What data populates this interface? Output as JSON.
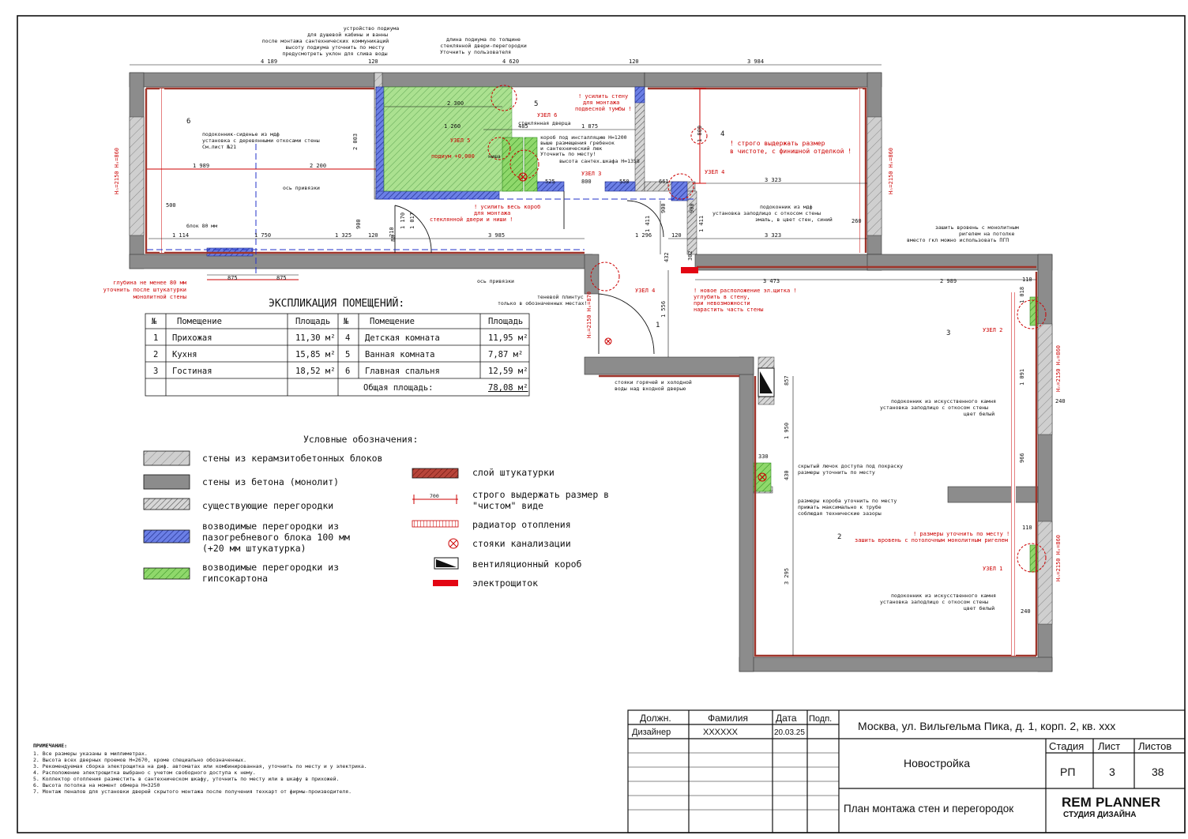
{
  "top_notes": {
    "podium_1": "устройство подиума",
    "podium_2": "для душевой кабины и ванны",
    "podium_3": "после монтажа сантехнических коммуникаций",
    "podium_4": "высоту подиума уточнить по месту",
    "podium_5": "предусмотреть уклон для слива воды",
    "length_1": "длина подиума по толщине",
    "length_2": "стеклянной двери-перегородки",
    "length_3": "Уточнить у пользователя"
  },
  "dims": {
    "d4189": "4 189",
    "d120a": "120",
    "d4620": "4 620",
    "d120b": "120",
    "d3984": "3 984",
    "d1989": "1 989",
    "d2200": "2 200",
    "d2003": "2 003",
    "d1114": "1 114",
    "d1750": "1 750",
    "d1325": "1 325",
    "d120c": "120",
    "d3985": "3 985",
    "d1296": "1 296",
    "d120d": "120",
    "d3323a": "3 323",
    "d3323b": "3 323",
    "d3473": "3 473",
    "d2989": "2 989",
    "d875a": "875",
    "d875b": "875",
    "d525": "525",
    "d800": "800",
    "d550": "550",
    "d661": "661",
    "d1260": "1 260",
    "d1875": "1 875",
    "d485": "485",
    "d2300": "2 300",
    "d500": "500",
    "d260": "260",
    "d900a": "900",
    "d900b": "900",
    "d900c": "900",
    "d1017": "1 017",
    "d1411a": "1 411",
    "d1411b": "1 411",
    "d1556": "1 556",
    "d1800": "1 800",
    "d857": "857",
    "d1950": "1 950",
    "d3295": "3 295",
    "d330": "330",
    "d430": "430",
    "d1091": "1 091",
    "d966": "966",
    "d240a": "240",
    "d240b": "240",
    "d110a": "110",
    "d110b": "110",
    "d1018": "1 018",
    "d1170": "1 170",
    "d302": "302",
    "d432": "432",
    "d210": "210",
    "d88": "88"
  },
  "rooms": {
    "r1": "1",
    "r2": "2",
    "r3": "3",
    "r4": "4",
    "r5": "5",
    "r6": "6"
  },
  "heights": {
    "h1": "Hₙ=2150 Hᵥ=860",
    "h2": "Hₙ=2150 Hᵥ=860",
    "h3": "Hₙ=2150 Hᵥ=860",
    "h4": "Hₙ=2150 Hᵥ=860",
    "h5": "Hₙ=2150 Hᵥ=860",
    "h6": "Hₙ=2150 Hᵥ=870"
  },
  "plan_notes": {
    "sill6_1": "подоконник-сиденье из мдф",
    "sill6_2": "установка с деревянными откосами стены",
    "sill6_3": "См.лист №21",
    "axis1": "ось привязки",
    "axis2": "ось привязки",
    "block80": "блок 80 мм",
    "depth_1": "глубина не менее 80 мм",
    "depth_2": "уточнить после штукатурки",
    "depth_3": "монолитной стены",
    "glass_door": "стеклянная дверца",
    "box_1": "короб под инсталляцию Н=1200",
    "box_2": "выше размещения гребенок",
    "box_3": "и сантехнический люк",
    "box_4": "Уточнить по месту!",
    "cab_h": "высота сантех.шкафа Н=1358",
    "podium_h": "подиум +0,000",
    "niche": "ниша",
    "reinforce_1": "! усилить весь короб",
    "reinforce_2": "для монтажа",
    "reinforce_3": "стеклянной двери и ниши !",
    "wall_1": "! усилить стену",
    "wall_2": "для монтажа",
    "wall_3": "подвесной тумбы !",
    "strict_1": "! строго выдержать размер",
    "strict_2": "в чистоте, с финишной отделкой !",
    "sill4_1": "подоконник из мдф",
    "sill4_2": "установка заподлицо с откосом стены",
    "sill4_3": "эмаль, в цвет стен, синий",
    "node3": "УЗЕЛ 3",
    "node4a": "УЗЕЛ 4",
    "node4b": "УЗЕЛ 4",
    "node5": "УЗЕЛ 5",
    "node6": "УЗЕЛ 6",
    "node2": "УЗЕЛ 2",
    "node1": "УЗЕЛ 1",
    "plinth_1": "теневой плинтус",
    "plinth_2": "только в обозначенных местах!",
    "panel_1": "! новое расположение эл.щитка !",
    "panel_2": "углубить в стену,",
    "panel_3": "при невозможности",
    "panel_4": "нарастить часть стены",
    "beam_1": "зашить вровень с монолитным",
    "beam_2": "ригелем на потолке",
    "beam_3": "вместо гкл можно использовать ПГП",
    "risers_1": "стояки горячей и холодной",
    "risers_2": "воды над входной дверью",
    "stone1_1": "подоконник из искусственного камня",
    "stone1_2": "установка заподлицо с откосом стены",
    "stone1_3": "цвет белый",
    "stone2_1": "подоконник из искусственного камня",
    "stone2_2": "установка заподлицо с откосом стены",
    "stone2_3": "цвет белый",
    "hatch_1": "скрытый лючок доступа под покраску",
    "hatch_2": "размеры уточнить по месту",
    "boxsz_1": "размеры короба уточнить по месту",
    "boxsz_2": "прижать максимально к трубе",
    "boxsz_3": "соблюдая технические зазоры",
    "ceil_1": "! размеры уточнить по месту !",
    "ceil_2": "зашить вровень с потолочным монолитным ригелем"
  },
  "explication": {
    "title": "ЭКСПЛИКАЦИЯ ПОМЕЩЕНИЙ:",
    "h_no": "№",
    "h_room": "Помещение",
    "h_area": "Площадь",
    "rows_left": [
      {
        "no": "1",
        "room": "Прихожая",
        "area": "11,30 м²"
      },
      {
        "no": "2",
        "room": "Кухня",
        "area": "15,85 м²"
      },
      {
        "no": "3",
        "room": "Гостиная",
        "area": "18,52 м²"
      }
    ],
    "rows_right": [
      {
        "no": "4",
        "room": "Детская комната",
        "area": "11,95 м²"
      },
      {
        "no": "5",
        "room": "Ванная комната",
        "area": "7,87 м²"
      },
      {
        "no": "6",
        "room": "Главная спальня",
        "area": "12,59 м²"
      }
    ],
    "total_label": "Общая площадь:",
    "total_value": "78,08 м²"
  },
  "legend": {
    "title": "Условные обозначения:",
    "items_left": [
      {
        "label": "стены из керамзитобетонных блоков"
      },
      {
        "label": "стены из бетона (монолит)"
      },
      {
        "label": "существующие перегородки"
      },
      {
        "label_1": "возводимые перегородки из",
        "label_2": "пазогребневого блока 100 мм",
        "label_3": "(+20 мм штукатурка)"
      },
      {
        "label_1": "возводимые перегородки из",
        "label_2": "гипсокартона"
      }
    ],
    "items_right": [
      {
        "label": "слой штукатурки"
      },
      {
        "dim": "700",
        "label_1": "строго выдержать размер в",
        "label_2": "\"чистом\" виде"
      },
      {
        "label": "радиатор отопления"
      },
      {
        "label": "стояки канализации"
      },
      {
        "label": "вентиляционный короб"
      },
      {
        "label": "электрощиток"
      }
    ]
  },
  "notes": {
    "title": "ПРИМЕЧАНИЕ:",
    "lines": [
      "1. Все размеры указаны в миллиметрах.",
      "2. Высота всех дверных проемов Н=2670, кроме специально обозначенных.",
      "3. Рекомендуемая сборка электрощитка на диф. автоматах или комбинированная, уточнить по месту и у электрика.",
      "4. Расположение электрощитка выбрано с учетом свободного доступа к нему.",
      "5. Коллектор отопления разместить в сантехническом шкафу, уточнить по месту или в шкафу в прихожей.",
      "6. Высота потолка на момент обмера Н=3250",
      "7. Монтаж пеналов для установки дверей скрытого монтажа после получения техкарт от фирмы-производителя."
    ]
  },
  "stamp": {
    "h_post": "Должн.",
    "h_name": "Фамилия",
    "h_date": "Дата",
    "h_sign": "Подп.",
    "post": "Дизайнер",
    "name": "XXXXXX",
    "date": "20.03.25",
    "address": "Москва, ул. Вильгельма Пика, д. 1, корп. 2, кв. ххх",
    "object": "Новостройка",
    "h_stage": "Стадия",
    "h_sheet": "Лист",
    "h_sheets": "Листов",
    "stage": "РП",
    "sheet": "3",
    "sheets": "38",
    "drawing": "План монтажа стен и перегородок",
    "logo_rem": "REM",
    "logo_planner": "PLANNER",
    "logo_sub": "СТУДИЯ ДИЗАЙНА"
  },
  "colors": {
    "concrete": "#8c8c8c",
    "plaster": "#a0352b",
    "gypsum": "#6fc64a",
    "block": "#4a5fd0",
    "accent": "#e30613",
    "logo_orange": "#f39200"
  }
}
